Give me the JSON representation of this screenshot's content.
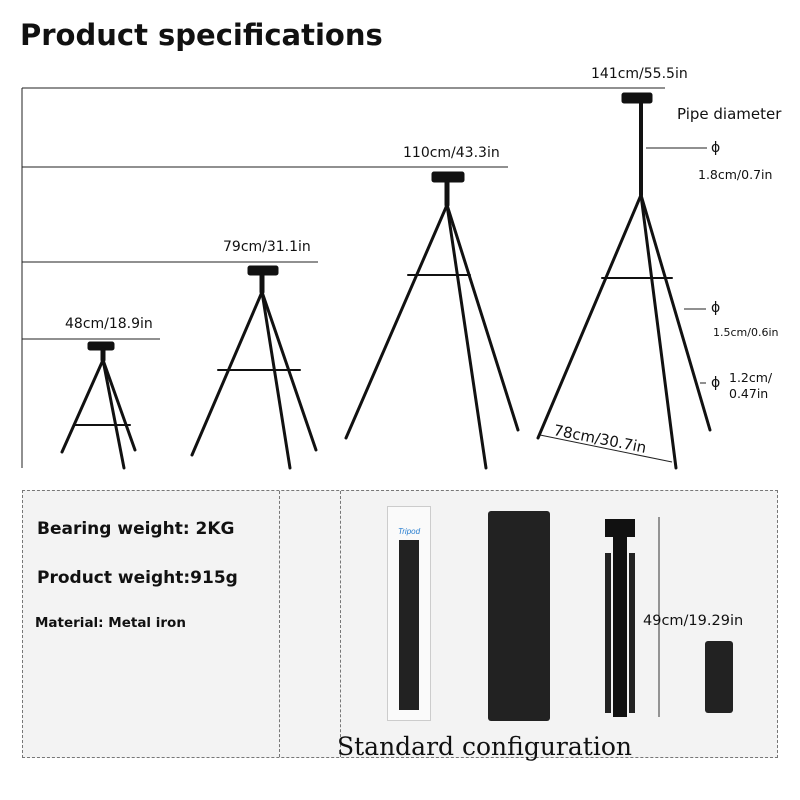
{
  "title": "Product specifications",
  "heights": [
    "141cm/55.5in",
    "110cm/43.3in",
    "79cm/31.1in",
    "48cm/18.9in"
  ],
  "spread": "78cm/30.7in",
  "pipe": {
    "title": "Pipe diameter",
    "symbol": "ϕ",
    "d1": "1.8cm/0.7in",
    "d2": "1.5cm/0.6in",
    "d3a": "1.2cm/",
    "d3b": "0.47in"
  },
  "specs": {
    "bearing": "Bearing weight: 2KG",
    "weight": "Product weight:915g",
    "material": "Material: Metal iron"
  },
  "package": {
    "box_brand": "Tripod",
    "folded": "49cm/19.29in",
    "caption": "Standard configuration"
  }
}
